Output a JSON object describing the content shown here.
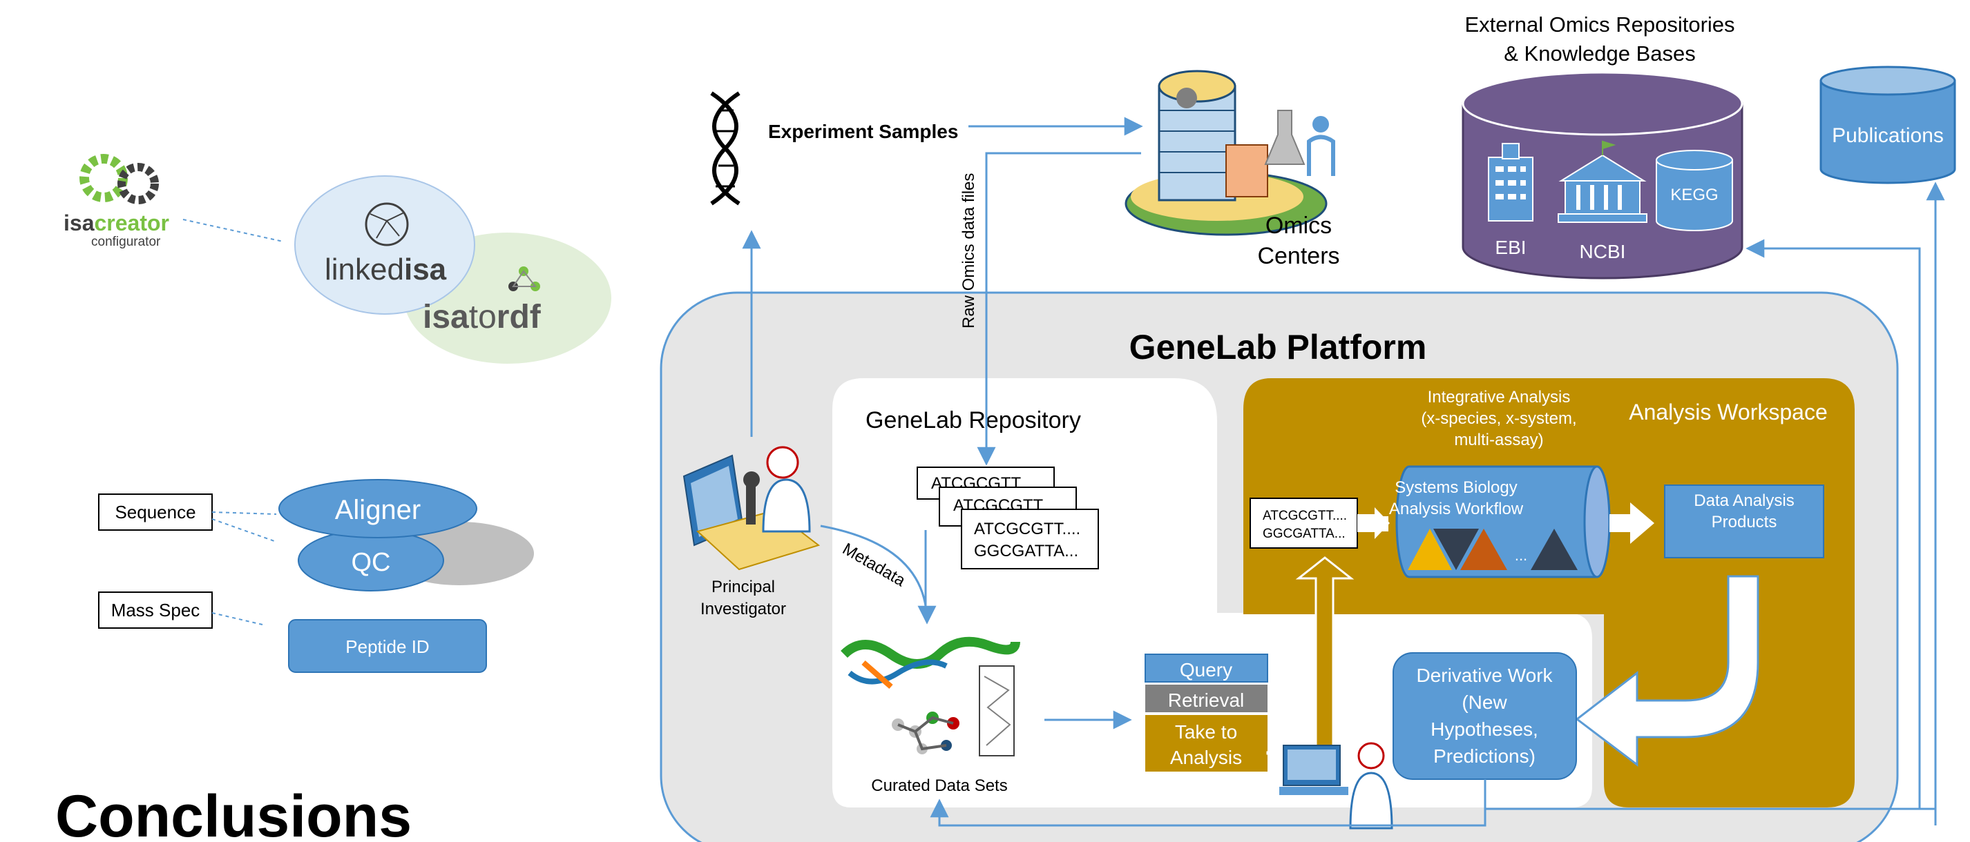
{
  "heading": "Conclusions",
  "left_panel": {
    "isacreator_brand": "isacreator",
    "isacreator_prefix": "isa",
    "isacreator_suffix": "creator",
    "isacreator_sub": "configurator",
    "linkedisa_prefix": "linked",
    "linkedisa_suffix": "isa",
    "isatordf_prefix": "isa",
    "isatordf_mid": "to",
    "isatordf_suffix": "rdf",
    "sequence": "Sequence",
    "mass_spec": "Mass Spec",
    "aligner": "Aligner",
    "qc": "QC",
    "peptide_id": "Peptide ID"
  },
  "diagram": {
    "experiment_samples": "Experiment Samples",
    "raw_files": "Raw Omics data files",
    "omics_centers_line1": "Omics",
    "omics_centers_line2": "Centers",
    "external_line1": "External Omics Repositories",
    "external_line2": "& Knowledge Bases",
    "ebi": "EBI",
    "ncbi": "NCBI",
    "kegg": "KEGG",
    "publications": "Publications",
    "platform_title": "GeneLab Platform",
    "repository_title": "GeneLab Repository",
    "seq_card_1": "ATCGCGTT",
    "seq_card_2": "ATCGCGTT",
    "seq_card_3_line1": "ATCGCGTT....",
    "seq_card_3_line2": "GGCGATTA...",
    "metadata": "Metadata",
    "pi_line1": "Principal",
    "pi_line2": "Investigator",
    "curated": "Curated Data Sets",
    "query": "Query",
    "retrieval": "Retrieval",
    "take_line1": "Take to",
    "take_line2": "Analysis",
    "workspace_title": "Analysis Workspace",
    "integrative_line1": "Integrative Analysis",
    "integrative_line2": "(x-species, x-system,",
    "integrative_line3": "multi-assay)",
    "ws_seq_line1": "ATCGCGTT....",
    "ws_seq_line2": "GGCGATTA...",
    "workflow_line1": "Systems Biology",
    "workflow_line2": "Analysis Workflow",
    "ellipsis": "...",
    "products_line1": "Data Analysis",
    "products_line2": "Products",
    "derivative_line1": "Derivative Work",
    "derivative_line2": "(New",
    "derivative_line3": "Hypotheses,",
    "derivative_line4": "Predictions)"
  },
  "colors": {
    "blue": "#5b9bd5",
    "blue_line": "#5b9bd5",
    "gold": "#bf8f00",
    "purple": "#6f5b8e",
    "platform_bg": "#e6e6e6",
    "gray_box": "#7f7f7f"
  }
}
